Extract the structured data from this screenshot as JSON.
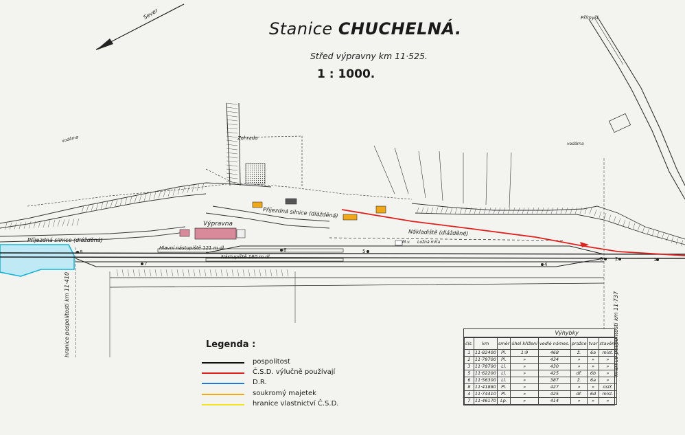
{
  "title_prefix": "Stanice",
  "title_name": "CHUCHELNÁ.",
  "subtitle": "Střed výpravny km 11·525.",
  "scale": "1 : 1000.",
  "north_label": "Sever",
  "labels": {
    "zahrada": "Zahrada",
    "vypravna": "Výpravna",
    "prijezdna_silnice_top": "Příjezdná silnice (dlážděná)",
    "prijezdna_silnice_left": "Příjezdná silnice (dlážděná)",
    "nakladiste": "Nákladiště (dlážděné)",
    "hlavni_nastupiste": "Hlavní nástupiště 121 m dl.",
    "nastupiste": "Nástupiště 160 m dl.",
    "loz_mira": "Ložná míra",
    "hranice_left": "hranice pospolitosti km 11·410",
    "hranice_right": "hranice pospolitosti km 11·737",
    "prumysl": "Přímyšl",
    "vodarna_left": "vodárna",
    "vodarna_right": "vodárna",
    "mv": "M.v."
  },
  "legend": {
    "title": "Legenda :",
    "items": [
      {
        "label": "pospolitost",
        "color": "#111111"
      },
      {
        "label": "Č.S.D. výlučně používají",
        "color": "#e0201c"
      },
      {
        "label": "D.R.",
        "color": "#1d77d6"
      },
      {
        "label": "soukromý majetek",
        "color": "#f0a818"
      },
      {
        "label": "hranice vlastnictví Č.S.D.",
        "color": "#f2e21e"
      }
    ]
  },
  "switch_table": {
    "caption": "Výhybky",
    "headers": [
      "čís.",
      "km",
      "směr",
      "úhel křížení",
      "vedlé námes.",
      "pražce",
      "tvar",
      "stavění"
    ],
    "rows": [
      [
        "1",
        "11·82400",
        "Pl.",
        "1:9",
        "468",
        "ž.",
        "6a",
        "míst."
      ],
      [
        "2",
        "11·79700",
        "Pl.",
        "»",
        "434",
        "»",
        "»",
        "»"
      ],
      [
        "3",
        "11·78700",
        "Ll.",
        "»",
        "430",
        "»",
        "»",
        "»"
      ],
      [
        "5",
        "11·62200",
        "Ll.",
        "»",
        "425",
        "dř.",
        "6b",
        "»"
      ],
      [
        "6",
        "11·56300",
        "Ll.",
        "»",
        "387",
        "ž.",
        "6a",
        "»"
      ],
      [
        "8",
        "11·41880",
        "Pl.",
        "»",
        "427",
        "»",
        "»",
        "ústř."
      ],
      [
        "4",
        "11·74410",
        "Pl.",
        "»",
        "425",
        "dř.",
        "6d",
        "míst."
      ],
      [
        "7",
        "11·46170",
        "Lp.",
        "»",
        "414",
        "»",
        "»",
        "»"
      ]
    ]
  },
  "colors": {
    "csd": "#e0201c",
    "dr": "#1d77d6",
    "private": "#f0a818",
    "boundary": "#f2e21e",
    "building": "#d98a9a",
    "road": "#555555"
  }
}
